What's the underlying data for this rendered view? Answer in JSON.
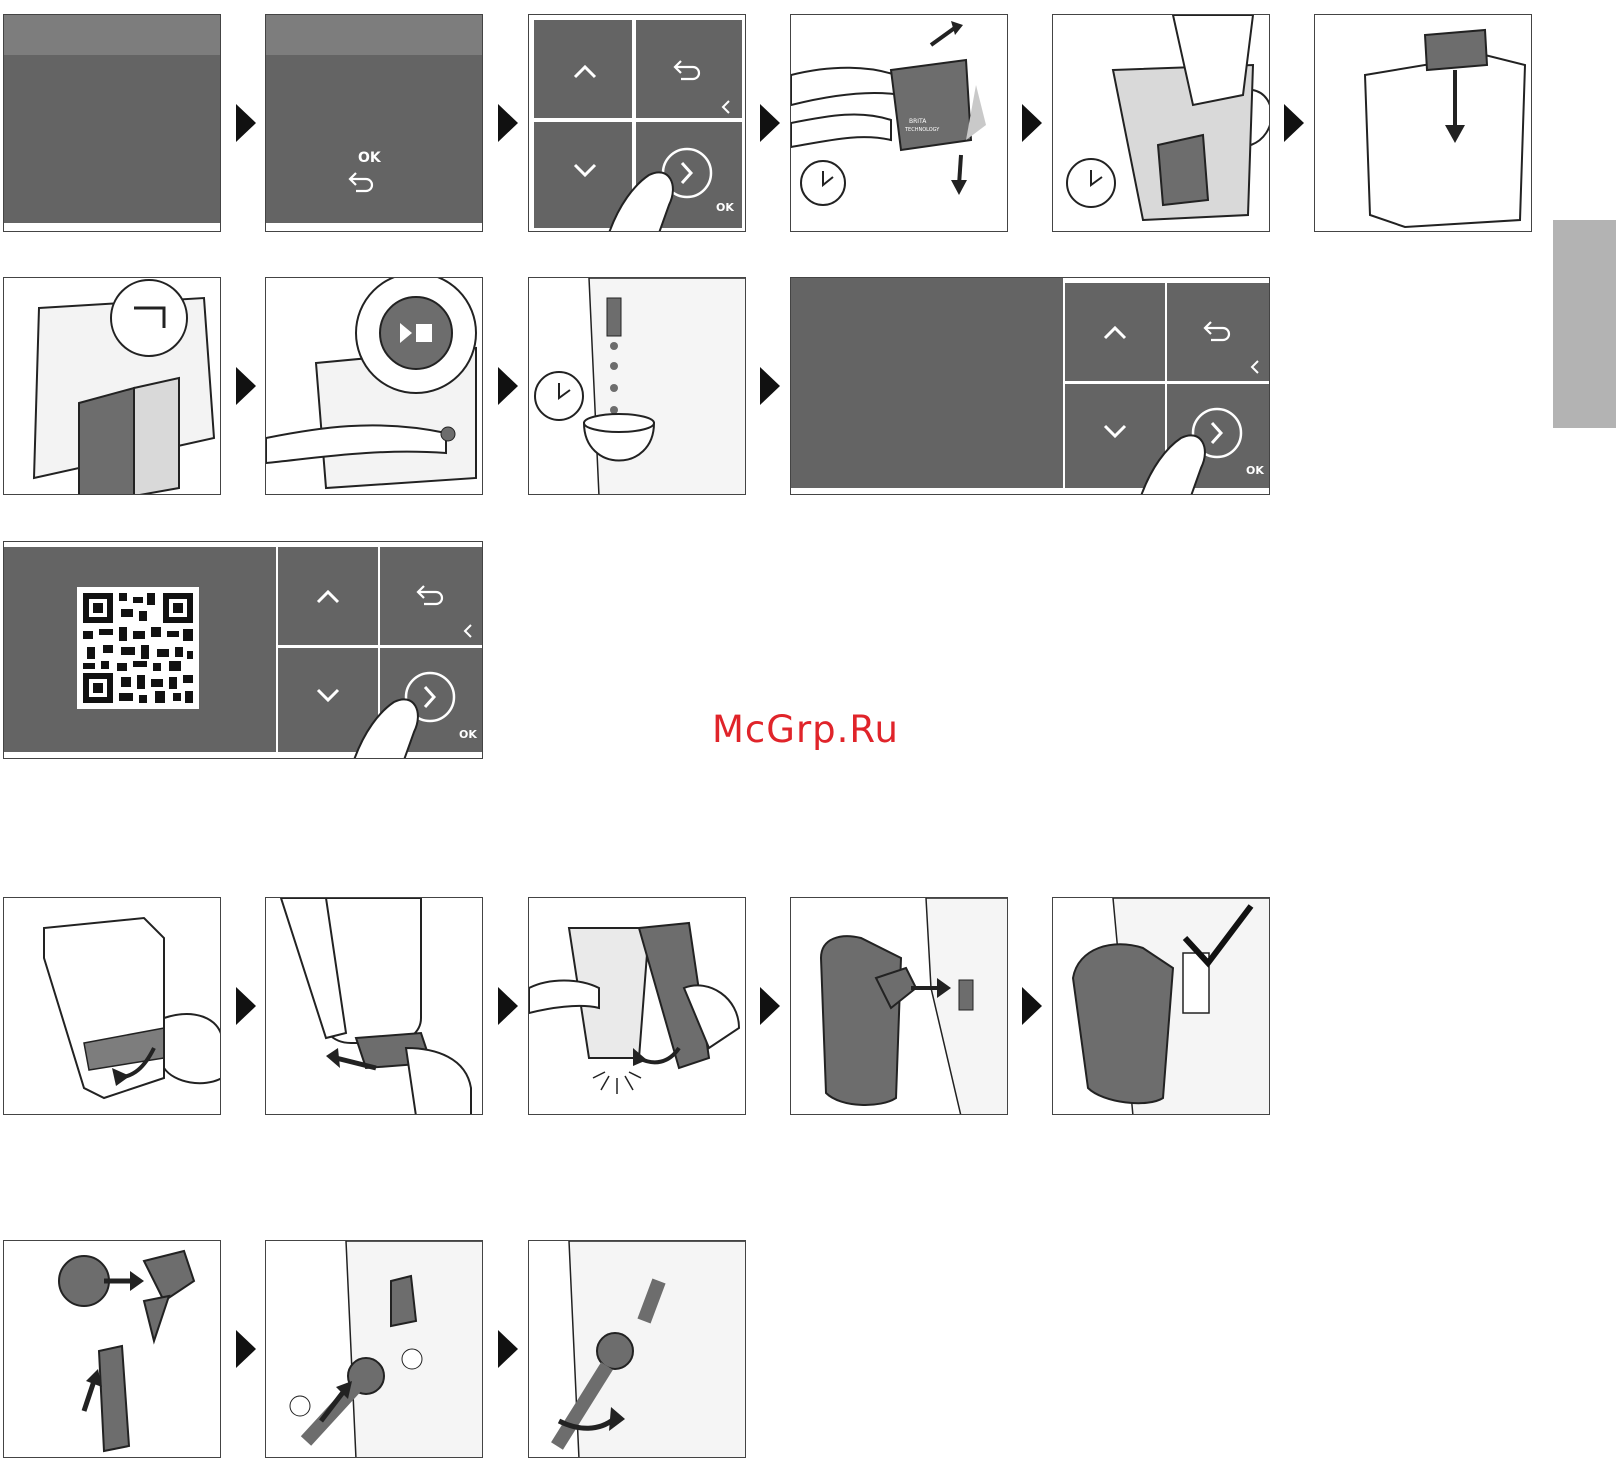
{
  "watermark": "McGrp.Ru",
  "labels": {
    "ok": "OK",
    "filter_brand_line1": "BRITA",
    "filter_brand_line2": "TECHNOLOGY"
  },
  "colors": {
    "screen": "#646464",
    "side_tab": "#b3b3b3",
    "watermark": "#e0242a"
  },
  "icons": {
    "up": "chevron-up-icon",
    "down": "chevron-down-icon",
    "back": "back-arrow-icon",
    "next": "chevron-right-circle-icon",
    "timer": "timer-icon",
    "play_stop": "play-stop-icon",
    "check": "checkmark-icon"
  }
}
